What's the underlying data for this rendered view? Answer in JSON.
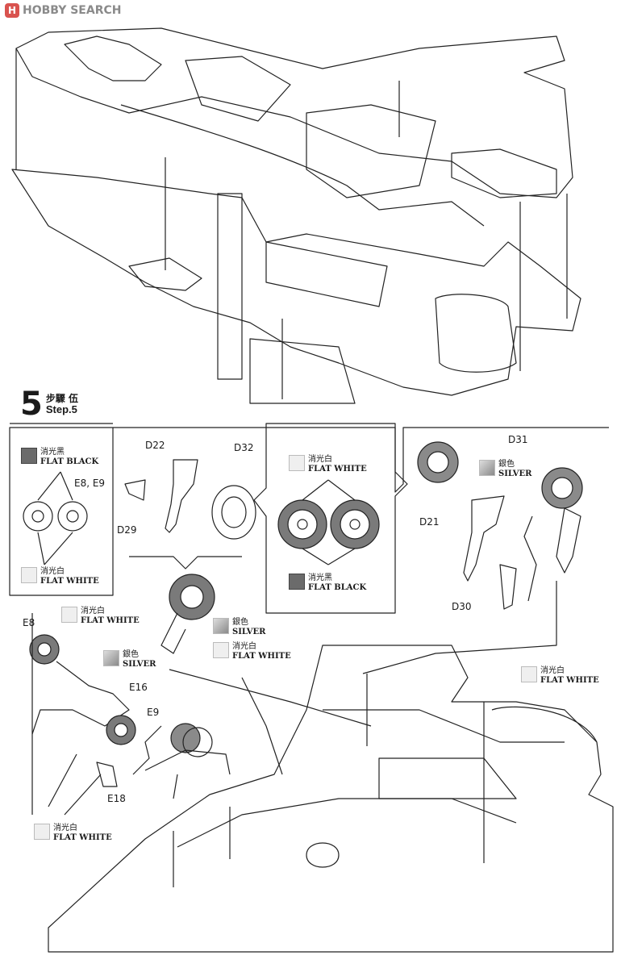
{
  "watermark": {
    "brand": "HOBBY SEARCH",
    "logo_char": "H"
  },
  "step": {
    "number": "5",
    "chinese": "步驟 伍",
    "english": "Step.5"
  },
  "parts": {
    "d22": "D22",
    "d32": "D32",
    "d29": "D29",
    "e8_e9": "E8, E9",
    "d31": "D31",
    "d21": "D21",
    "d30": "D30",
    "e8": "E8",
    "e16": "E16",
    "e9": "E9",
    "e18": "E18"
  },
  "paints": [
    {
      "cn": "消光黑",
      "en": "FLAT BLACK",
      "color": "#6b6b6b"
    },
    {
      "cn": "消光白",
      "en": "FLAT WHITE",
      "color": "#efefef"
    },
    {
      "cn": "消光白",
      "en": "FLAT WHITE",
      "color": "#efefef"
    },
    {
      "cn": "消光黑",
      "en": "FLAT BLACK",
      "color": "#6b6b6b"
    },
    {
      "cn": "銀色",
      "en": "SILVER",
      "color": "#a8a8a8"
    },
    {
      "cn": "銀色",
      "en": "SILVER",
      "color": "#a8a8a8"
    },
    {
      "cn": "消光白",
      "en": "FLAT WHITE",
      "color": "#efefef"
    },
    {
      "cn": "消光白",
      "en": "FLAT WHITE",
      "color": "#efefef"
    },
    {
      "cn": "銀色",
      "en": "SILVER",
      "color": "#a8a8a8"
    },
    {
      "cn": "消光白",
      "en": "FLAT WHITE",
      "color": "#efefef"
    },
    {
      "cn": "消光白",
      "en": "FLAT WHITE",
      "color": "#efefef"
    }
  ]
}
